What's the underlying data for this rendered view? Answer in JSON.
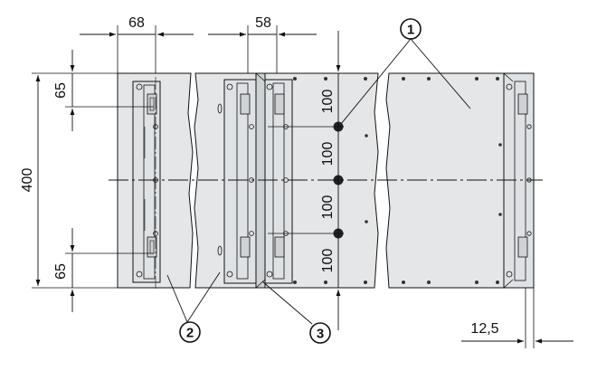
{
  "dimensions": {
    "top_left_width": "68",
    "top_mid_width": "58",
    "overall_height": "400",
    "top_offset": "65",
    "bottom_offset": "65",
    "spacing_1": "100",
    "spacing_2": "100",
    "spacing_3": "100",
    "spacing_4": "100",
    "edge_gap": "12,5"
  },
  "callouts": {
    "one": "1",
    "two": "2",
    "three": "3"
  },
  "colors": {
    "panel_fill": "#e4e6e8",
    "line": "#111111",
    "hinge_fill": "#cfd2d5"
  }
}
